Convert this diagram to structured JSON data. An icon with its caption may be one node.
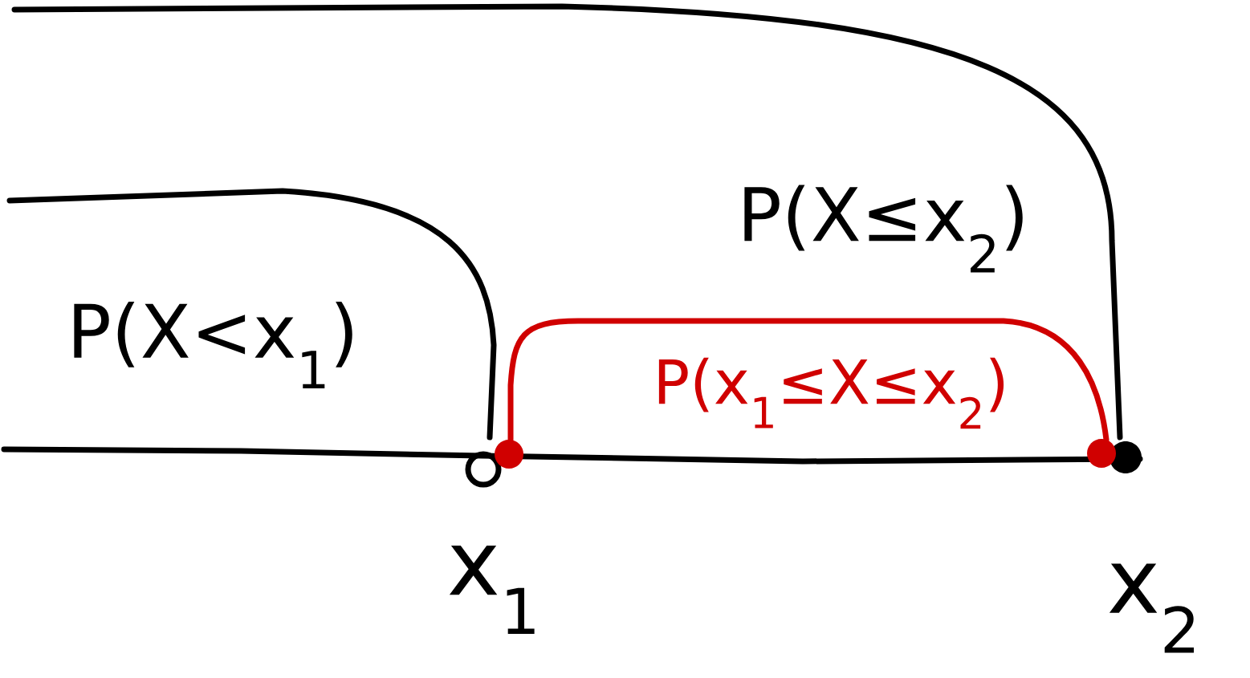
{
  "diagram": {
    "nodes": [
      {
        "text": [
          "P(X≤x$_{2}$)"
        ]
      },
      {
        "text": [
          "P(X<x$_{1}$)"
        ],
        "in": 0
      },
      {
        "text": [
          "P(x$_{1}$≤X≤x$_{2}$)"
        ],
        "in": 0
      }
    ],
    "labels": [
      "x$_{1}$",
      "x$_{2}$"
    ]
  }
}
